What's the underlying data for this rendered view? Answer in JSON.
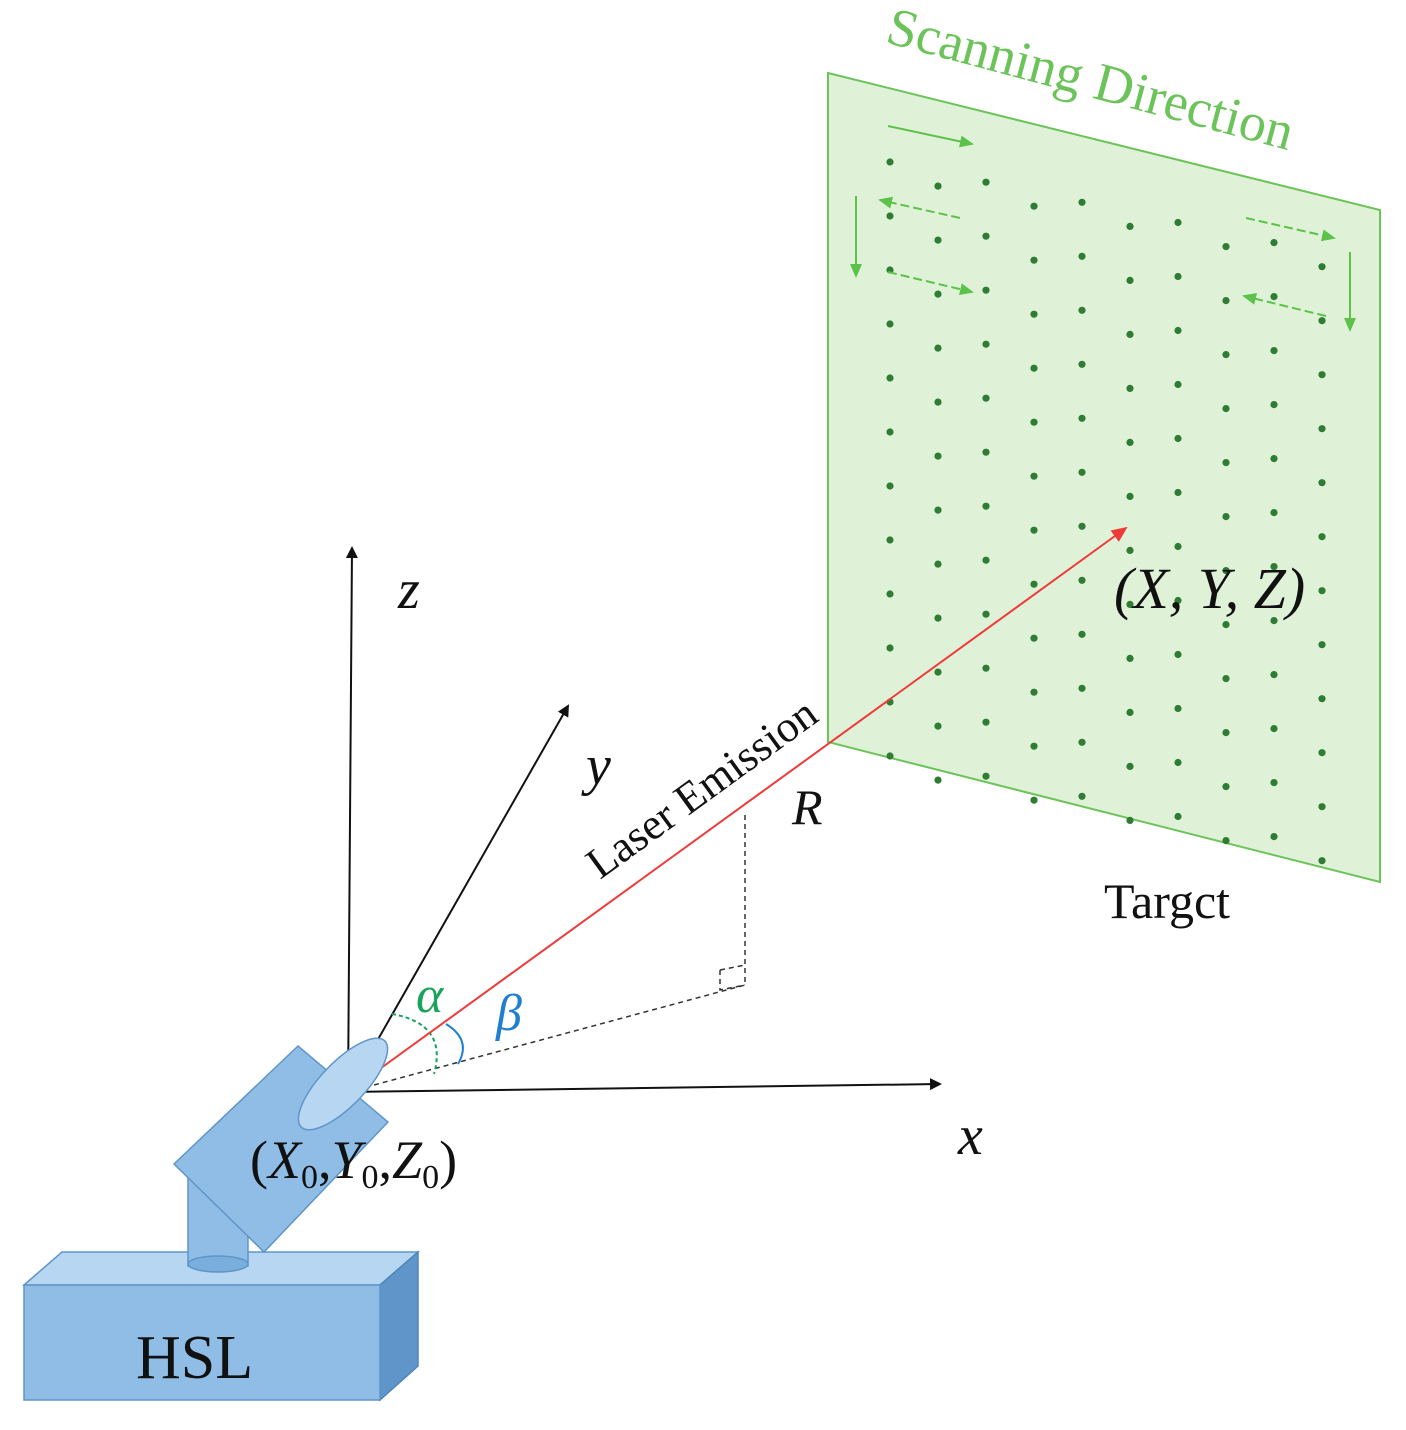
{
  "labels": {
    "scanning_direction": "Scanning Direction",
    "target": "Targct",
    "point": "(X, Y, Z)",
    "laser_emission": "Laser Emission",
    "range": "R",
    "axis_z": "z",
    "axis_y": "y",
    "axis_x": "x",
    "alpha": "α",
    "beta": "β",
    "origin_open": "(",
    "origin_X": "X",
    "origin_Y": "Y",
    "origin_Z": "Z",
    "origin_sub": "0",
    "origin_comma": ",",
    "origin_close": ")",
    "device": "HSL"
  },
  "colors": {
    "panel_fill": "#dff2d8",
    "panel_stroke": "#6cc35a",
    "dot": "#2f7d32",
    "scan_arrow": "#5cc24a",
    "laser": "#ef3a3a",
    "axis": "#111111",
    "alpha": "#1aa35a",
    "beta": "#1f7fd1",
    "device_fill": "#8fbde6",
    "device_dark": "#5f95c8",
    "device_light": "#b7d6f2"
  },
  "grid": {
    "rows": 12,
    "cols": 10
  }
}
